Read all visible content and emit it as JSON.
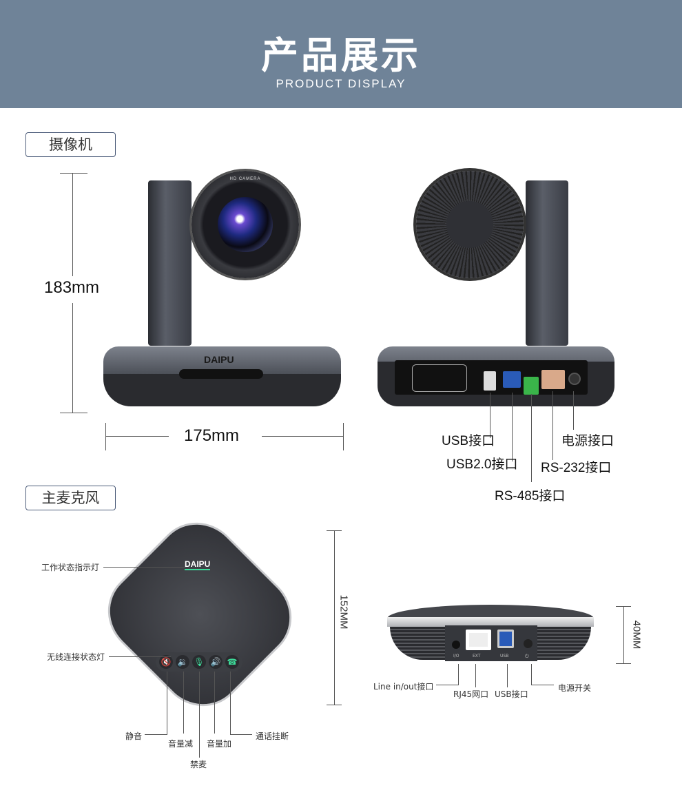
{
  "header": {
    "title": "产品展示",
    "subtitle": "PRODUCT DISPLAY"
  },
  "camera": {
    "section_label": "摄像机",
    "height_dim": "183mm",
    "width_dim": "175mm",
    "brand": "DAIPU",
    "lens_text_top": "HD CAMERA",
    "port_labels": {
      "usb": "USB接口",
      "power": "电源接口",
      "usb2": "USB2.0接口",
      "rs232": "RS-232接口",
      "rs485": "RS-485接口"
    }
  },
  "mic": {
    "section_label": "主麦克风",
    "brand": "DAIPU",
    "height_dim": "152MM",
    "thickness_dim": "40MM",
    "top_labels": {
      "work_light": "工作状态指示灯",
      "wireless_light": "无线连接状态灯",
      "mute": "静音",
      "vol_down": "音量减",
      "mic_mute": "禁麦",
      "vol_up": "音量加",
      "hangup": "通话挂断"
    },
    "back_labels": {
      "line": "Line in/out接口",
      "rj45": "RJ45网口",
      "usb": "USB接口",
      "power": "电源开关"
    },
    "port_marks": [
      "I/O",
      "EXT",
      "USB",
      "⏻"
    ]
  },
  "colors": {
    "header": "#6f8398",
    "accent_green": "#3ddc9a"
  }
}
